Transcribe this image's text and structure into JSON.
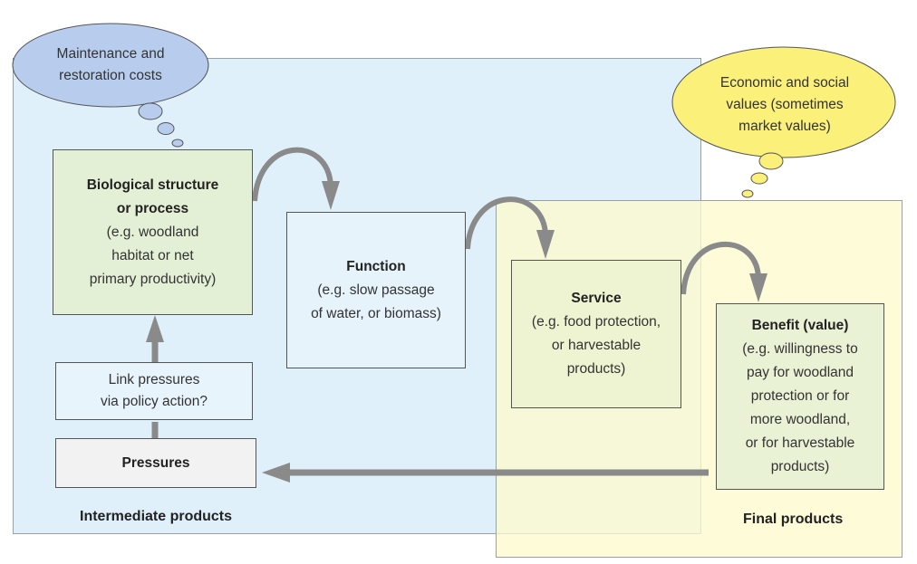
{
  "regions": {
    "intermediate": {
      "label": "Intermediate products",
      "color": "#dff0fb"
    },
    "final": {
      "label": "Final products",
      "color": "#fcfacd"
    }
  },
  "bubbles": {
    "costs": {
      "lines": [
        "Maintenance and",
        "restoration costs"
      ],
      "color": "#b8cdee"
    },
    "values": {
      "lines": [
        "Economic and social",
        "values (sometimes",
        "market values)"
      ],
      "color": "#faf07a"
    }
  },
  "boxes": {
    "biological": {
      "title_lines": [
        "Biological structure",
        "or process"
      ],
      "detail_lines": [
        "(e.g. woodland",
        "habitat or net",
        "primary productivity)"
      ]
    },
    "function": {
      "title_lines": [
        "Function"
      ],
      "detail_lines": [
        "(e.g. slow passage",
        "of water, or biomass)"
      ]
    },
    "service": {
      "title_lines": [
        "Service"
      ],
      "detail_lines": [
        "(e.g. food protection,",
        "or harvestable",
        "products)"
      ]
    },
    "benefit": {
      "title_lines": [
        "Benefit (value)"
      ],
      "detail_lines": [
        "(e.g. willingness to",
        "pay for woodland",
        "protection or for",
        "more woodland,",
        "or for harvestable",
        "products)"
      ]
    },
    "link": {
      "title_lines": [],
      "detail_lines": [
        "Link pressures",
        "via policy action?"
      ]
    },
    "pressures": {
      "title_lines": [
        "Pressures"
      ],
      "detail_lines": []
    }
  },
  "arrow_color": "#8a8a8a"
}
